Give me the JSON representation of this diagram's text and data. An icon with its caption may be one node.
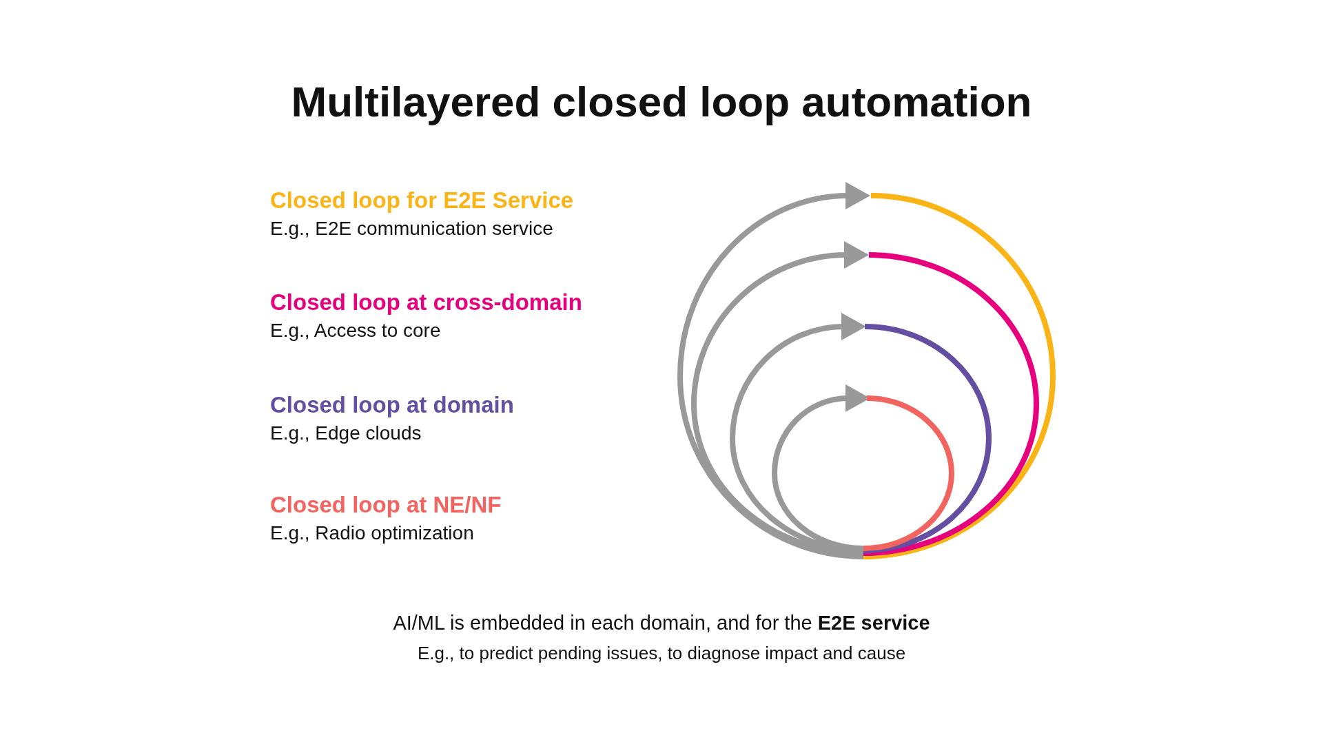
{
  "diagram": {
    "title": "Multilayered closed loop automation",
    "labels": [
      "E.g., E2E communication service",
      "E.g., Access to core",
      "E.g., Edge clouds",
      "E.g., Radio optimization",
      "AI/ML is embedded in each domain, and for the **E2E service**",
      "E.g., to predict pending issues, to diagnose impact and cause"
    ],
    "legend": [
      {
        "text": "Closed loop for E2E Service",
        "color": "#fbb415"
      },
      {
        "text": "Closed loop at cross-domain",
        "color": "#e6007e"
      },
      {
        "text": "Closed loop at domain",
        "color": "#634ea1"
      },
      {
        "text": "Closed loop at NE/NF",
        "color": "#f2645f"
      }
    ]
  }
}
